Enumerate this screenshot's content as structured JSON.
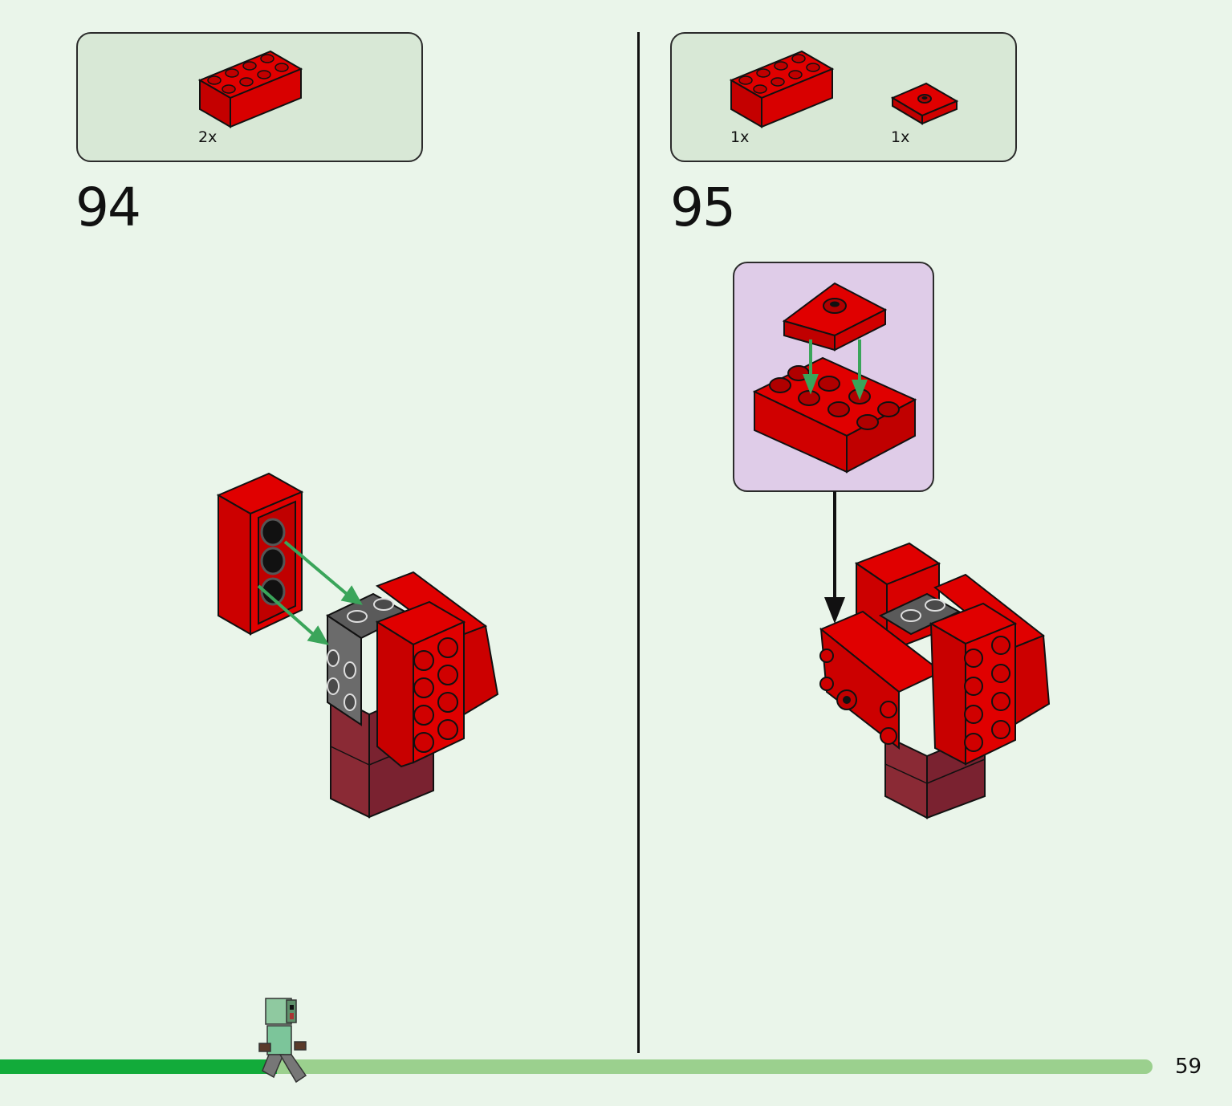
{
  "steps": [
    {
      "number": "94",
      "parts": [
        {
          "qty": "2x",
          "part": "red-brick-2x4"
        }
      ]
    },
    {
      "number": "95",
      "parts": [
        {
          "qty": "1x",
          "part": "red-brick-2x4"
        },
        {
          "qty": "1x",
          "part": "red-plate-2x2-jumper"
        }
      ]
    }
  ],
  "page_number": "59",
  "progress": {
    "fraction": 0.24
  },
  "colors": {
    "background": "#eaf5ea",
    "parts_box": "#d8e8d6",
    "callout_box": "#dfcce8",
    "brick_red": "#e00000",
    "brick_red_dark": "#b00000",
    "dark_red": "#8a2a35",
    "gray": "#4a4a4a",
    "arrow_green": "#3aa55a",
    "progress_fill": "#12ab3a",
    "progress_track": "#9bd08e"
  }
}
